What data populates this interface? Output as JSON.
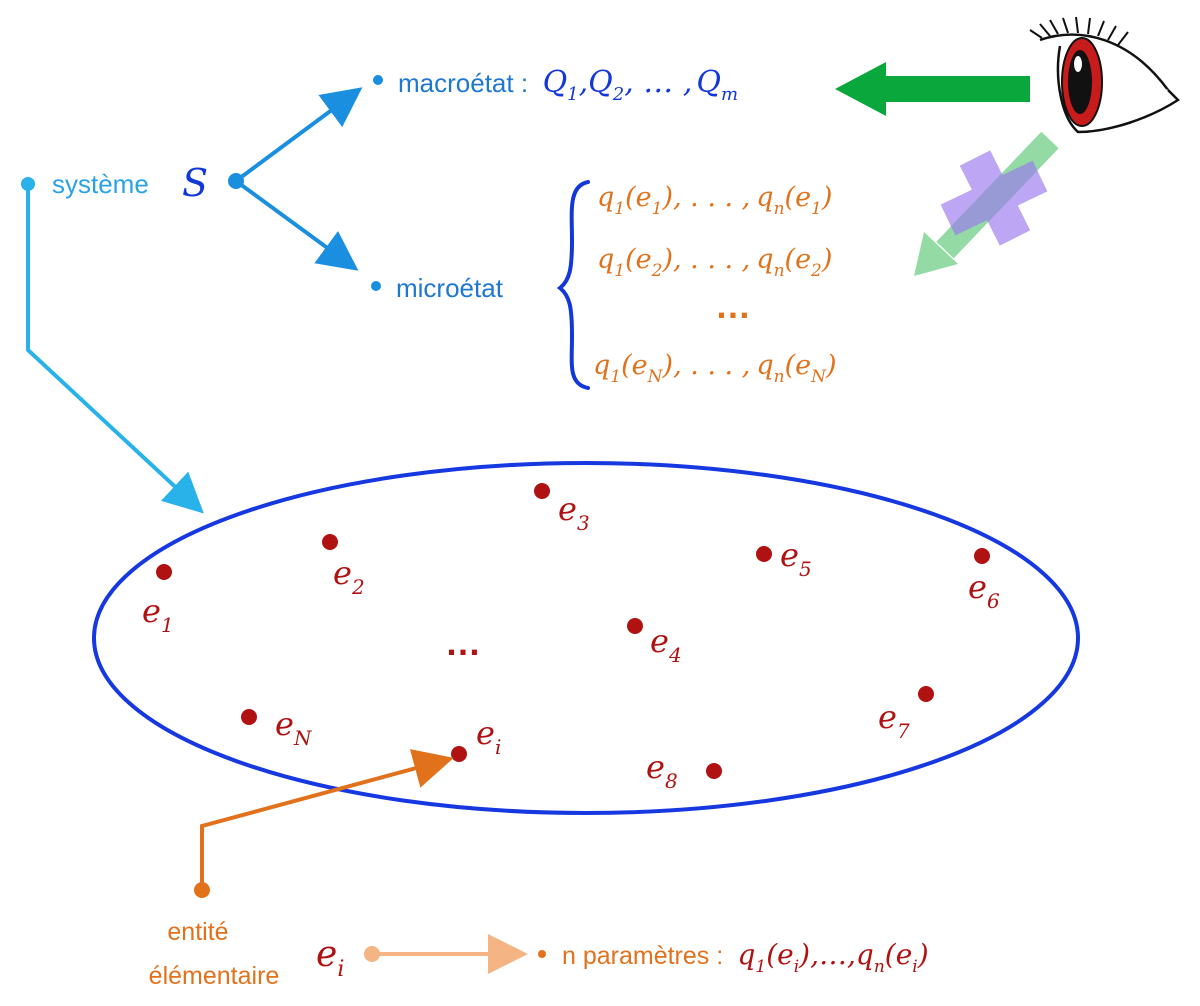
{
  "colors": {
    "system_blue": "#29a3e6",
    "macro_text": "#1e78d2",
    "math_blue": "#1438d8",
    "ellipse_blue": "#1638e0",
    "orange": "#e2711c",
    "orange_light": "#f4b483",
    "dark_red": "#b01212",
    "green": "#0aa83c",
    "green_faded": "#93dca4",
    "purple_faded": "#b49af0"
  },
  "icons": {
    "eye": "eye-icon",
    "cross": "cross-icon"
  },
  "system": {
    "label": "système",
    "symbol": "S"
  },
  "macro": {
    "label": "macroétat :",
    "q1": "Q",
    "q1_sub": "1",
    "q2": "Q",
    "q2_sub": "2",
    "dots": ", … ,",
    "qm": "Q",
    "qm_sub": "m",
    "comma": ","
  },
  "micro": {
    "label": "microétat",
    "rows": [
      {
        "q1": "q",
        "s1": "1",
        "e1": "e",
        "i1": "1",
        "mid": "), . . . ,",
        "qn": "q",
        "sn": "n",
        "e2": "e",
        "i2": "1"
      },
      {
        "q1": "q",
        "s1": "1",
        "e1": "e",
        "i1": "2",
        "mid": "), . . . ,",
        "qn": "q",
        "sn": "n",
        "e2": "e",
        "i2": "2"
      },
      {
        "q1": "q",
        "s1": "1",
        "e1": "e",
        "i1": "N",
        "mid": "), . . . ,",
        "qn": "q",
        "sn": "n",
        "e2": "e",
        "i2": "N"
      }
    ],
    "ellipsis": "…"
  },
  "entities": [
    {
      "e": "e",
      "sub": "1"
    },
    {
      "e": "e",
      "sub": "2"
    },
    {
      "e": "e",
      "sub": "3"
    },
    {
      "e": "e",
      "sub": "4"
    },
    {
      "e": "e",
      "sub": "5"
    },
    {
      "e": "e",
      "sub": "6"
    },
    {
      "e": "e",
      "sub": "7"
    },
    {
      "e": "e",
      "sub": "8"
    },
    {
      "e": "e",
      "sub": "N"
    },
    {
      "e": "e",
      "sub": "i"
    }
  ],
  "set_ellipsis": "…",
  "entity_label": {
    "line1": "entité",
    "line2": "élémentaire"
  },
  "bottom": {
    "e": "e",
    "e_sub": "i",
    "params_label": "n paramètres :",
    "q1": "q",
    "q1_sub": "1",
    "ei1": "e",
    "ei1_sub": "i",
    "mid": "),…,",
    "qn": "q",
    "qn_sub": "n",
    "ei2": "e",
    "ei2_sub": "i",
    "open": "(",
    "close": ")"
  }
}
